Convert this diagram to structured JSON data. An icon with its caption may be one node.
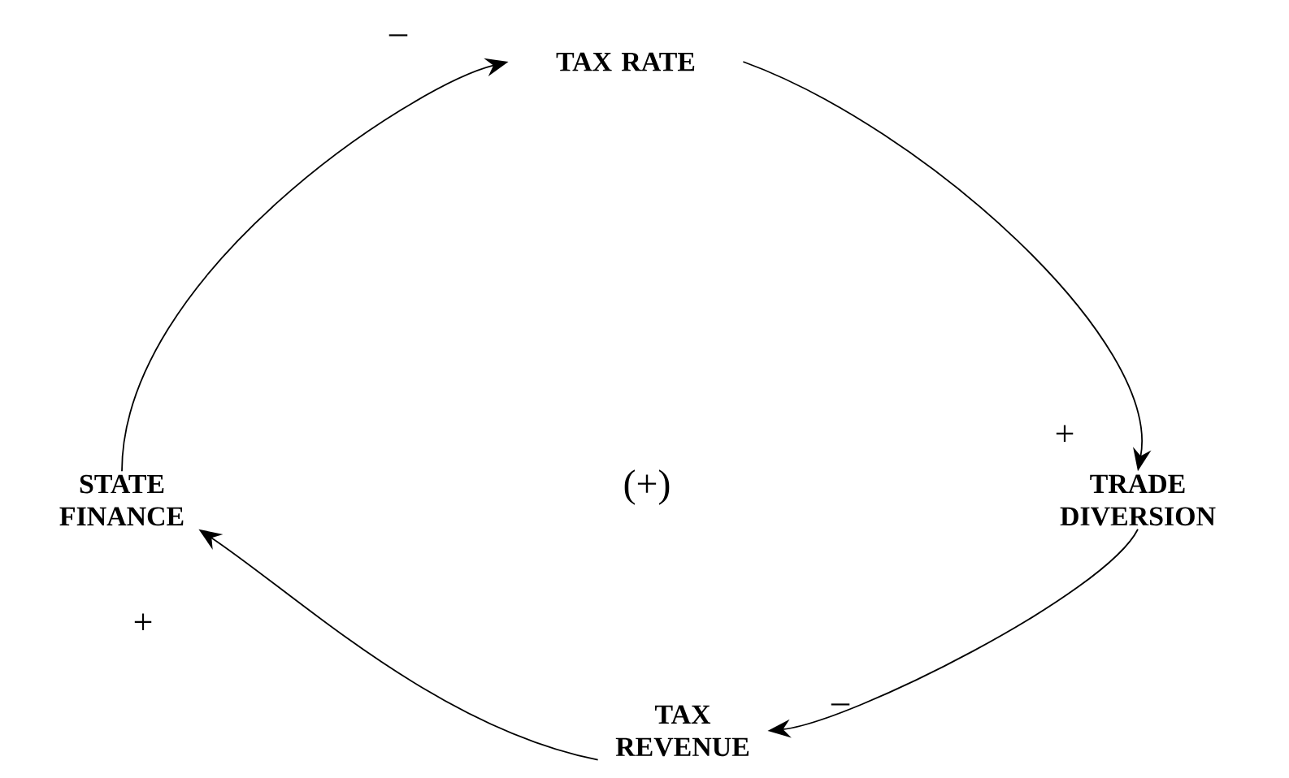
{
  "diagram": {
    "nodes": [
      {
        "text": [
          "TAX RATE"
        ]
      },
      {
        "text": [
          "TRADE DIVERSION"
        ]
      },
      {
        "text": [
          "TAX REVENUE"
        ]
      },
      {
        "text": [
          "STATE FINANCE"
        ]
      }
    ],
    "edges": [
      {
        "from": 0,
        "to": 1,
        "arrow": "to",
        "label": "+"
      },
      {
        "from": 1,
        "to": 2,
        "arrow": "to",
        "label": "–"
      },
      {
        "from": 2,
        "to": 3,
        "arrow": "to",
        "label": "+"
      },
      {
        "from": 3,
        "to": 0,
        "arrow": "to",
        "label": "–"
      }
    ],
    "labels": [
      "(+)"
    ]
  }
}
